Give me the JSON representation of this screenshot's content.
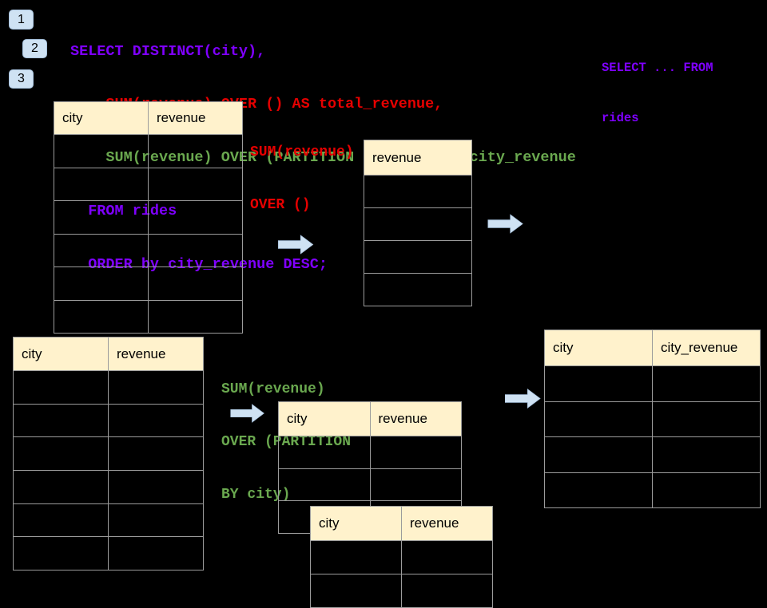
{
  "badges": [
    {
      "label": "1"
    },
    {
      "label": "2"
    },
    {
      "label": "3"
    }
  ],
  "code": {
    "lines": [
      {
        "text": "SELECT DISTINCT(city),",
        "color": "purple"
      },
      {
        "text": "    SUM(revenue) OVER () AS total_revenue,",
        "color": "red"
      },
      {
        "text": "    SUM(revenue) OVER (PARTITION BY city) as city_revenue",
        "color": "green"
      },
      {
        "text": "  FROM rides",
        "color": "purple"
      },
      {
        "text": "  ORDER by city_revenue DESC;",
        "color": "purple"
      }
    ]
  },
  "side_note": {
    "line1": "SELECT ... FROM",
    "line2": "rides"
  },
  "annotations": {
    "total": {
      "line1": "SUM(revenue)",
      "line2": "OVER ()"
    },
    "partition": {
      "line1": "SUM(revenue)",
      "line2": "OVER (PARTITION",
      "line3": "BY city)"
    }
  },
  "tables": {
    "source_top": {
      "headers": [
        "city",
        "revenue"
      ],
      "rows": 6
    },
    "total_result": {
      "headers": [
        "revenue"
      ],
      "rows": 4
    },
    "source_bottom": {
      "headers": [
        "city",
        "revenue"
      ],
      "rows": 6
    },
    "partition_mid": {
      "headers": [
        "city",
        "revenue"
      ],
      "rows": 3
    },
    "partition_overlay": {
      "headers": [
        "city",
        "revenue"
      ],
      "rows": 2
    },
    "city_revenue_result": {
      "headers": [
        "city",
        "city_revenue"
      ],
      "rows": 4
    }
  },
  "colors": {
    "background": "#000000",
    "sql_purple": "#7F00FF",
    "sql_red": "#E60000",
    "sql_green": "#6AA84F",
    "table_header_bg": "#FFF2CC",
    "table_border": "#9C9C9C",
    "arrow_fill": "#CFE2F3",
    "badge_bg": "#CFE2F3"
  }
}
